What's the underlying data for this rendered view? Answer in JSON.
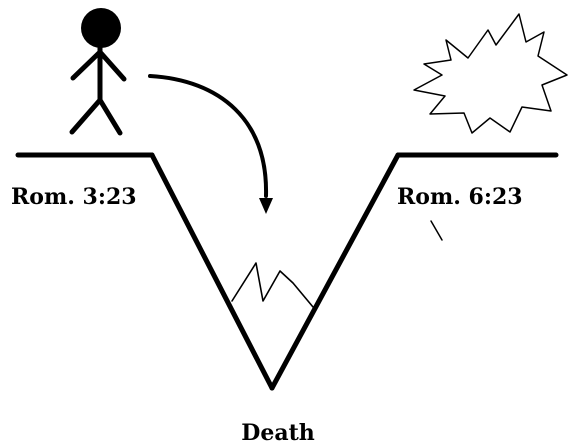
{
  "labels": {
    "left_verse": "Rom. 3:23",
    "right_verse": "Rom. 6:23",
    "bottom": "Death"
  },
  "icons": {
    "person": "stick-figure-icon",
    "burst": "starburst-icon",
    "arrow": "curved-arrow-icon",
    "mountain": "mountain-icon"
  },
  "colors": {
    "ink": "#000000",
    "background": "#ffffff"
  }
}
